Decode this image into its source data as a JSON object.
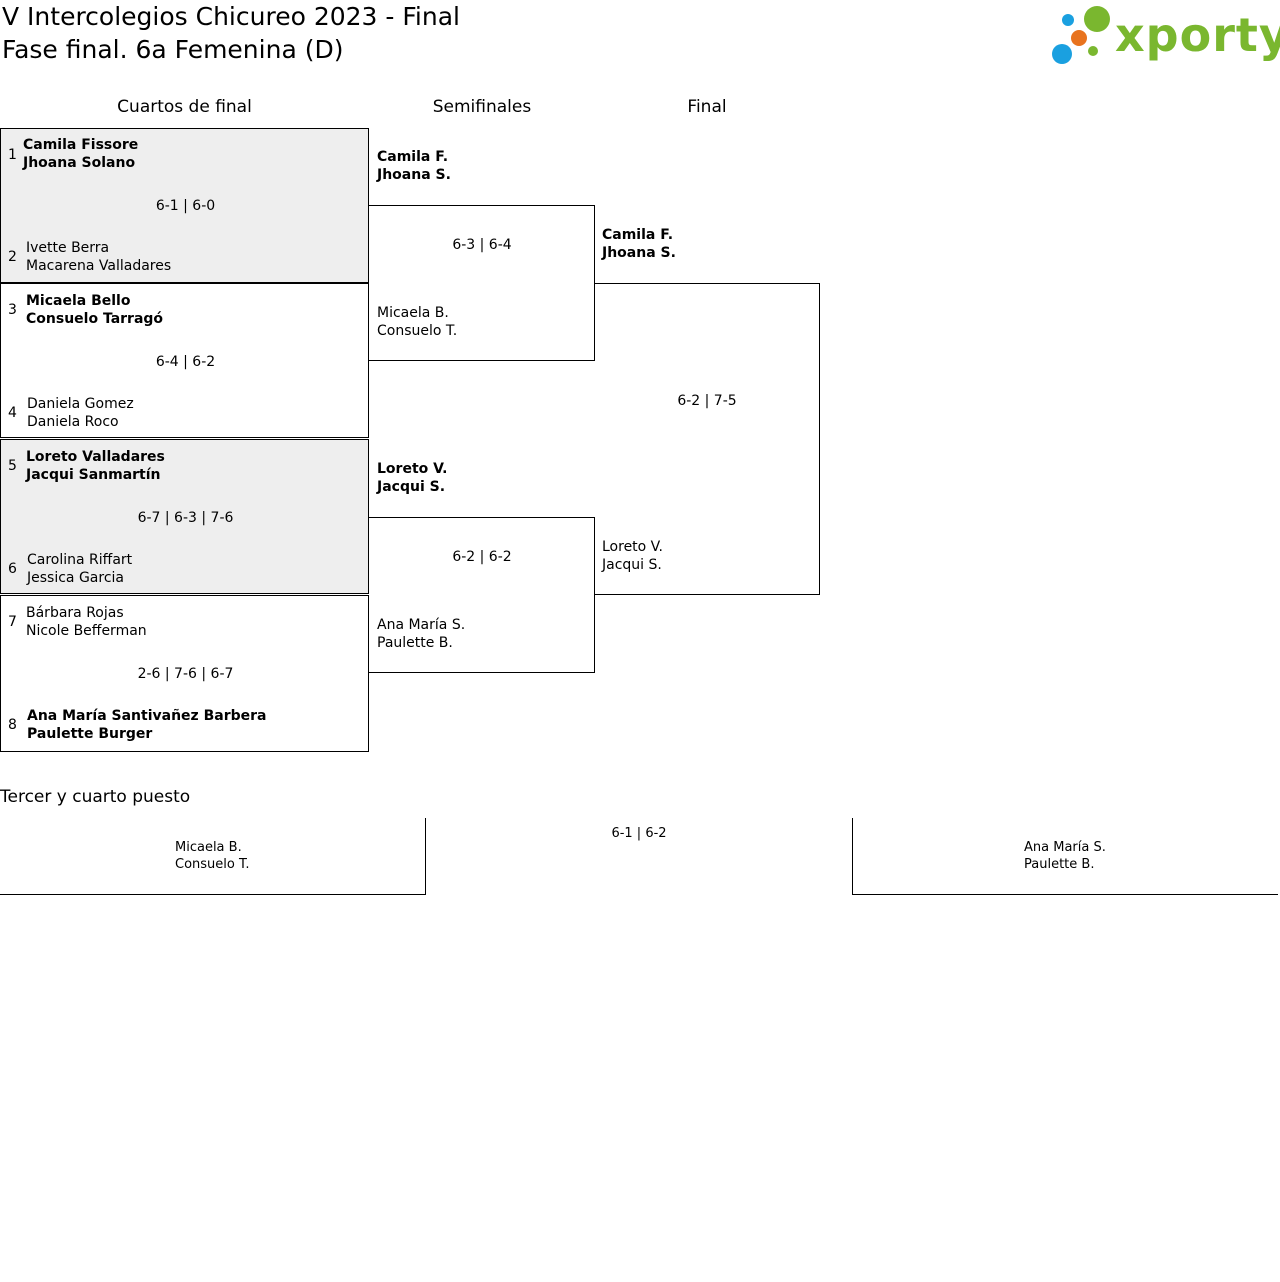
{
  "header": {
    "title": "V Intercolegios Chicureo 2023 - Final",
    "subtitle": "Fase final. 6a Femenina (D)"
  },
  "logo": {
    "text": "xporty",
    "colors": {
      "text": "#7ab72f",
      "dot_blue": "#1aa0e0",
      "dot_orange": "#e8731e",
      "dot_green": "#7ab72f"
    }
  },
  "rounds": {
    "quarterfinals": "Cuartos de final",
    "semifinals": "Semifinales",
    "final": "Final"
  },
  "quarterfinals": [
    {
      "top": {
        "seed": "1",
        "name1": "Camila Fissore",
        "name2": "Jhoana Solano"
      },
      "bottom": {
        "seed": "2",
        "name1": "Ivette Berra",
        "name2": "Macarena Valladares"
      },
      "score": "6-1 | 6-0"
    },
    {
      "top": {
        "seed": "3",
        "name1": "Micaela Bello",
        "name2": "Consuelo Tarragó"
      },
      "bottom": {
        "seed": "4",
        "name1": "Daniela Gomez",
        "name2": "Daniela Roco"
      },
      "score": "6-4 | 6-2"
    },
    {
      "top": {
        "seed": "5",
        "name1": "Loreto Valladares",
        "name2": "Jacqui Sanmartín"
      },
      "bottom": {
        "seed": "6",
        "name1": "Carolina Riffart",
        "name2": "Jessica Garcia"
      },
      "score": "6-7 | 6-3 | 7-6"
    },
    {
      "top": {
        "seed": "7",
        "name1": "Bárbara Rojas",
        "name2": "Nicole Befferman"
      },
      "bottom": {
        "seed": "8",
        "name1": "Ana María Santivañez Barbera",
        "name2": "Paulette Burger"
      },
      "score": "2-6 | 7-6 | 6-7"
    }
  ],
  "semifinals": [
    {
      "top": {
        "name1": "Camila F.",
        "name2": "Jhoana S."
      },
      "bottom": {
        "name1": "Micaela B.",
        "name2": "Consuelo T."
      },
      "score": "6-3 | 6-4"
    },
    {
      "top": {
        "name1": "Loreto V.",
        "name2": "Jacqui S."
      },
      "bottom": {
        "name1": "Ana María S.",
        "name2": "Paulette B."
      },
      "score": "6-2 | 6-2"
    }
  ],
  "final": {
    "top": {
      "name1": "Camila F.",
      "name2": "Jhoana S."
    },
    "bottom": {
      "name1": "Loreto V.",
      "name2": "Jacqui S."
    },
    "score": "6-2 | 7-5"
  },
  "third_place": {
    "heading": "Tercer y cuarto puesto",
    "left": {
      "name1": "Micaela B.",
      "name2": "Consuelo T."
    },
    "score": "6-1 | 6-2",
    "right": {
      "name1": "Ana María S.",
      "name2": "Paulette B."
    }
  }
}
